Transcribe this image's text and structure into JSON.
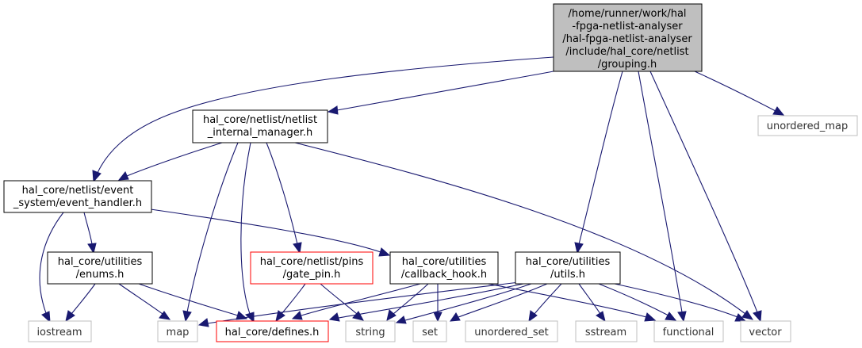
{
  "nodes": {
    "grouping": {
      "lines": [
        "/home/runner/work/hal",
        "-fpga-netlist-analyser",
        "/hal-fpga-netlist-analyser",
        "/include/hal_core/netlist",
        "/grouping.h"
      ],
      "style": "focus"
    },
    "netlist_internal_manager": {
      "lines": [
        "hal_core/netlist/netlist",
        "_internal_manager.h"
      ],
      "style": "normal"
    },
    "unordered_map": {
      "lines": [
        "unordered_map"
      ],
      "style": "external"
    },
    "event_handler": {
      "lines": [
        "hal_core/netlist/event",
        "_system/event_handler.h"
      ],
      "style": "normal"
    },
    "enums": {
      "lines": [
        "hal_core/utilities",
        "/enums.h"
      ],
      "style": "normal"
    },
    "gate_pin": {
      "lines": [
        "hal_core/netlist/pins",
        "/gate_pin.h"
      ],
      "style": "truncated"
    },
    "callback_hook": {
      "lines": [
        "hal_core/utilities",
        "/callback_hook.h"
      ],
      "style": "normal"
    },
    "utils": {
      "lines": [
        "hal_core/utilities",
        "/utils.h"
      ],
      "style": "normal"
    },
    "iostream": {
      "lines": [
        "iostream"
      ],
      "style": "external"
    },
    "map": {
      "lines": [
        "map"
      ],
      "style": "external"
    },
    "defines": {
      "lines": [
        "hal_core/defines.h"
      ],
      "style": "truncated"
    },
    "string": {
      "lines": [
        "string"
      ],
      "style": "external"
    },
    "set": {
      "lines": [
        "set"
      ],
      "style": "external"
    },
    "unordered_set": {
      "lines": [
        "unordered_set"
      ],
      "style": "external"
    },
    "sstream": {
      "lines": [
        "sstream"
      ],
      "style": "external"
    },
    "functional": {
      "lines": [
        "functional"
      ],
      "style": "external"
    },
    "vector": {
      "lines": [
        "vector"
      ],
      "style": "external"
    }
  },
  "colors": {
    "edge": "#191970",
    "focus_fill": "#bfbfbf",
    "normal_border": "#000000",
    "external_border": "#bfbfbf",
    "truncated_border": "#ff0000"
  }
}
